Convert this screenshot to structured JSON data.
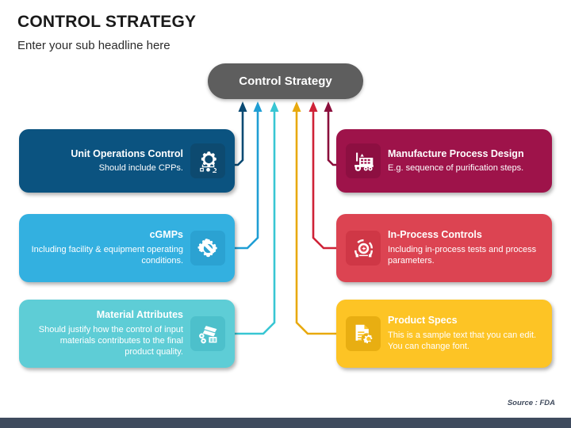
{
  "header": {
    "title": "CONTROL STRATEGY",
    "subtitle": "Enter your sub headline here"
  },
  "center": {
    "label": "Control Strategy",
    "color": "#5e5e5e"
  },
  "cards": [
    {
      "id": "unit",
      "side": "left",
      "title": "Unit Operations Control",
      "desc": "Should include CPPs.",
      "color": "#0b5380",
      "icon": "gear-flowchart-icon"
    },
    {
      "id": "cgmp",
      "side": "left",
      "title": "cGMPs",
      "desc": "Including facility & equipment operating conditions.",
      "color": "#33b0e0",
      "icon": "gear-wrench-icon"
    },
    {
      "id": "material",
      "side": "left",
      "title": "Material Attributes",
      "desc": "Should justify how the control of input materials contributes to the final product quality.",
      "color": "#5ecdd6",
      "icon": "raw-materials-icon"
    },
    {
      "id": "mpd",
      "side": "right",
      "title": "Manufacture Process Design",
      "desc": "E.g. sequence of purification steps.",
      "color": "#9e134a",
      "icon": "factory-icon"
    },
    {
      "id": "ipc",
      "side": "right",
      "title": "In-Process Controls",
      "desc": "Including in-process tests and process parameters.",
      "color": "#dc4452",
      "icon": "process-gauge-icon"
    },
    {
      "id": "specs",
      "side": "right",
      "title": "Product Specs",
      "desc": "This is a sample text that you can edit. You can change font.",
      "color": "#fdc425",
      "icon": "document-gear-icon"
    }
  ],
  "connectors": [
    {
      "name": "connector-unit",
      "color": "#0b4a73"
    },
    {
      "name": "connector-cgmp",
      "color": "#1f9ed4"
    },
    {
      "name": "connector-material",
      "color": "#38c6d3"
    },
    {
      "name": "connector-specs",
      "color": "#e8a90e"
    },
    {
      "name": "connector-ipc",
      "color": "#cf2237"
    },
    {
      "name": "connector-mpd",
      "color": "#8b0f3c"
    }
  ],
  "footer": {
    "source": "Source : FDA",
    "bar_color": "#3f4b5e"
  }
}
